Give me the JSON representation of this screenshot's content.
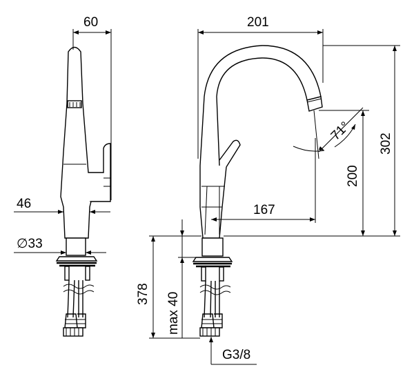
{
  "drawing": {
    "labels": {
      "side_width": "60",
      "side_neck_width": "46",
      "side_base_diameter": "∅33",
      "front_reach_total": "201",
      "front_reach_spout": "167",
      "front_total_height": "302",
      "front_spout_height": "200",
      "spout_angle": "71°",
      "below_height": "378",
      "max_thickness": "max 40",
      "thread": "G3/8"
    },
    "icons": {
      "side_view": "faucet-side-view-icon",
      "front_view": "faucet-front-view-icon"
    }
  }
}
